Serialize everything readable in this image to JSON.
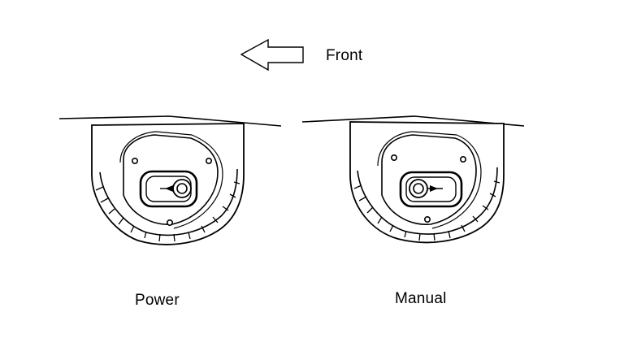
{
  "direction": {
    "label": "Front",
    "arrow_icon": "left-arrow-icon"
  },
  "views": [
    {
      "label": "Power",
      "cable_exit": "left",
      "icon": "mirror-housing-icon"
    },
    {
      "label": "Manual",
      "cable_exit": "right",
      "icon": "mirror-housing-icon"
    }
  ],
  "colors": {
    "ink": "#000000",
    "background": "#ffffff"
  }
}
